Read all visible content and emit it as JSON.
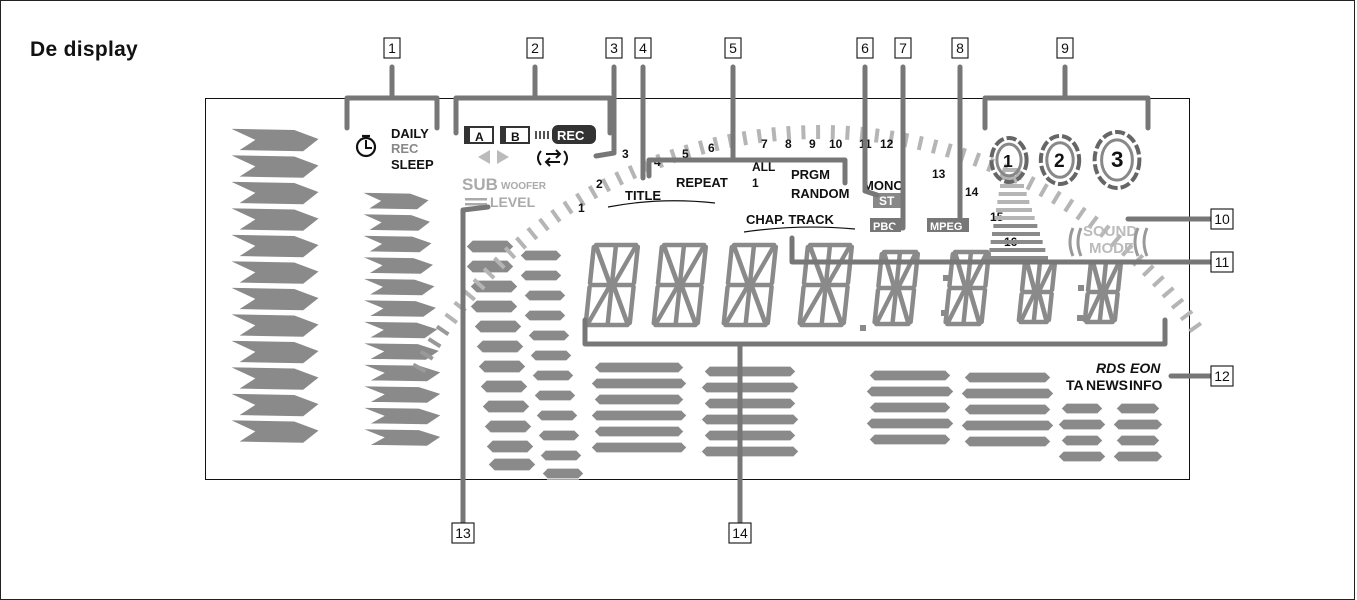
{
  "title": "De display",
  "callouts": [
    "1",
    "2",
    "3",
    "4",
    "5",
    "6",
    "7",
    "8",
    "9",
    "10",
    "11",
    "12",
    "13",
    "14"
  ],
  "indicators": {
    "daily": "DAILY",
    "rec": "REC",
    "sleep": "SLEEP",
    "rec_badge": "REC",
    "a_badge": "A",
    "b_badge": "B",
    "sub": "SUB",
    "woofer": "WOOFER",
    "level": "LEVEL",
    "title": "TITLE",
    "repeat": "REPEAT",
    "all": "ALL",
    "one": "1",
    "prgm": "PRGM",
    "random": "RANDOM",
    "mono": "MONO",
    "st": "ST",
    "pbc": "PBC",
    "mpeg": "MPEG",
    "chap_track": "CHAP. TRACK",
    "sound": "SOUND",
    "mode": "MODE",
    "rds": "RDS",
    "eon": "EON",
    "ta": "TA",
    "news": "NEWS",
    "info": "INFO"
  },
  "level_numbers": [
    "1",
    "2",
    "3",
    "4",
    "5",
    "6",
    "7",
    "8",
    "9",
    "10",
    "11",
    "12",
    "13",
    "14",
    "15",
    "16"
  ],
  "sound_mode_numbers": [
    "1",
    "2",
    "3"
  ],
  "colors": {
    "segment_gray": "#8a8a8a",
    "light_gray": "#b5b5b5",
    "ink": "#111111"
  }
}
